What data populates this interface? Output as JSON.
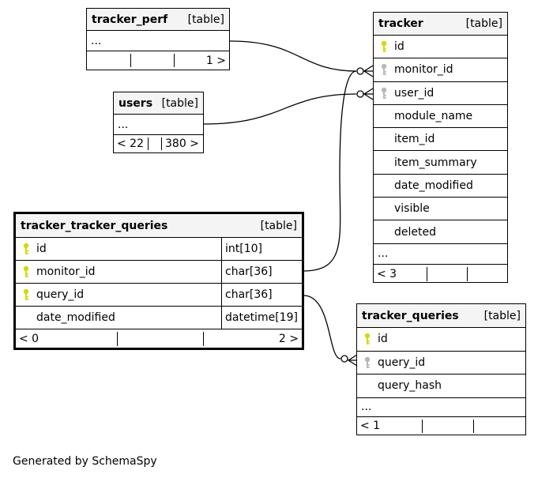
{
  "diagram": {
    "tables": {
      "tracker_perf": {
        "name": "tracker_perf",
        "type": "[table]",
        "ellipsis": "...",
        "footer": {
          "parents": "",
          "cols": "",
          "children": "1 >"
        }
      },
      "users": {
        "name": "users",
        "type": "[table]",
        "ellipsis": "...",
        "footer": {
          "parents": "< 22",
          "cols": "",
          "children": "380 >"
        }
      },
      "tracker": {
        "name": "tracker",
        "type": "[table]",
        "columns": [
          {
            "name": "id",
            "key": "primary"
          },
          {
            "name": "monitor_id",
            "key": "foreign"
          },
          {
            "name": "user_id",
            "key": "foreign"
          },
          {
            "name": "module_name",
            "key": "none"
          },
          {
            "name": "item_id",
            "key": "none"
          },
          {
            "name": "item_summary",
            "key": "none"
          },
          {
            "name": "date_modified",
            "key": "none"
          },
          {
            "name": "visible",
            "key": "none"
          },
          {
            "name": "deleted",
            "key": "none"
          }
        ],
        "ellipsis": "...",
        "footer": {
          "parents": "< 3",
          "cols": "",
          "children": ""
        }
      },
      "tracker_tracker_queries": {
        "name": "tracker_tracker_queries",
        "type": "[table]",
        "columns": [
          {
            "name": "id",
            "type": "int[10]",
            "key": "primary"
          },
          {
            "name": "monitor_id",
            "type": "char[36]",
            "key": "primary"
          },
          {
            "name": "query_id",
            "type": "char[36]",
            "key": "primary"
          },
          {
            "name": "date_modified",
            "type": "datetime[19]",
            "key": "none"
          }
        ],
        "footer": {
          "parents": "< 0",
          "cols": "",
          "children": "2 >"
        }
      },
      "tracker_queries": {
        "name": "tracker_queries",
        "type": "[table]",
        "columns": [
          {
            "name": "id",
            "key": "primary"
          },
          {
            "name": "query_id",
            "key": "foreign"
          },
          {
            "name": "query_hash",
            "key": "none"
          }
        ],
        "ellipsis": "...",
        "footer": {
          "parents": "< 1",
          "cols": "",
          "children": ""
        }
      }
    },
    "colors": {
      "header_bg": "#f4f4f4",
      "primary_key": "#d8d800",
      "foreign_key": "#b8b8b8",
      "line": "#000000"
    },
    "generated_by": "Generated by SchemaSpy"
  }
}
